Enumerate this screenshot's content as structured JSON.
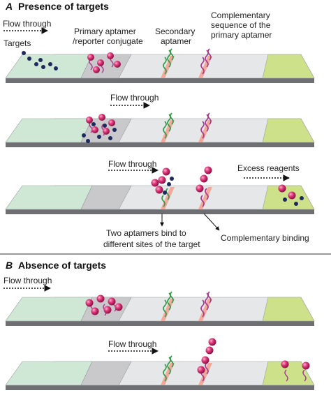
{
  "sectionA": {
    "letter": "A",
    "title": "Presence of targets",
    "flow1": "Flow through",
    "targets": "Targets",
    "primary_line1": "Primary aptamer",
    "primary_line2": "/reporter conjugate",
    "secondary_line1": "Secondary",
    "secondary_line2": "aptamer",
    "complementary_line1": "Complementary",
    "complementary_line2": "sequence of the",
    "complementary_line3": "primary aptamer",
    "flow2": "Flow through",
    "flow3": "Flow through",
    "excess": "Excess reagents",
    "two_aptamers_line1": "Two aptamers bind to",
    "two_aptamers_line2": "different sites of the target",
    "complementary_binding": "Complementary binding"
  },
  "sectionB": {
    "letter": "B",
    "title": "Absence of targets",
    "flow1": "Flow through",
    "flow2": "Flow through"
  },
  "colors": {
    "sample_pad": "#cfe8d6",
    "conjugate_pad": "#c9c9cc",
    "membrane": "#e6e7e9",
    "absorbent_pad": "#cde08a",
    "reporter": "#e0387a",
    "target": "#1d2a5c",
    "secondary_aptamer": "#2f9a45",
    "line_strip": "#f2a89a"
  }
}
